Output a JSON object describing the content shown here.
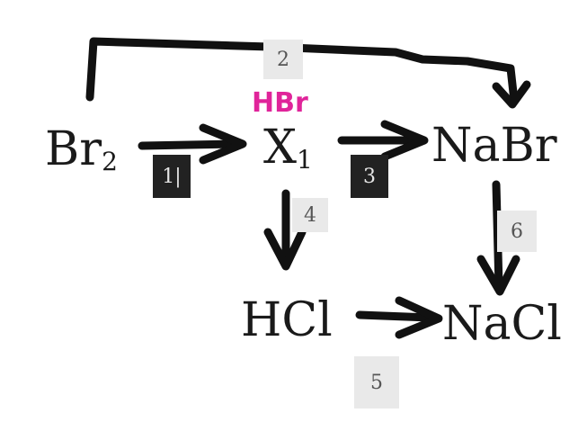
{
  "nodes": {
    "br2": {
      "text": "Br",
      "sub": "2"
    },
    "x1": {
      "text": "X",
      "sub": "1"
    },
    "nabr": {
      "text": "NaBr"
    },
    "hcl": {
      "text": "HCl"
    },
    "nacl": {
      "text": "NaCl"
    }
  },
  "annotation": {
    "text": "HBr",
    "color": "#e0249a"
  },
  "steps": [
    "1|",
    "2",
    "3",
    "4",
    "5",
    "6"
  ],
  "colors": {
    "ink": "#111111",
    "dark_box": "#222222",
    "light_box": "#e9e9e9"
  }
}
